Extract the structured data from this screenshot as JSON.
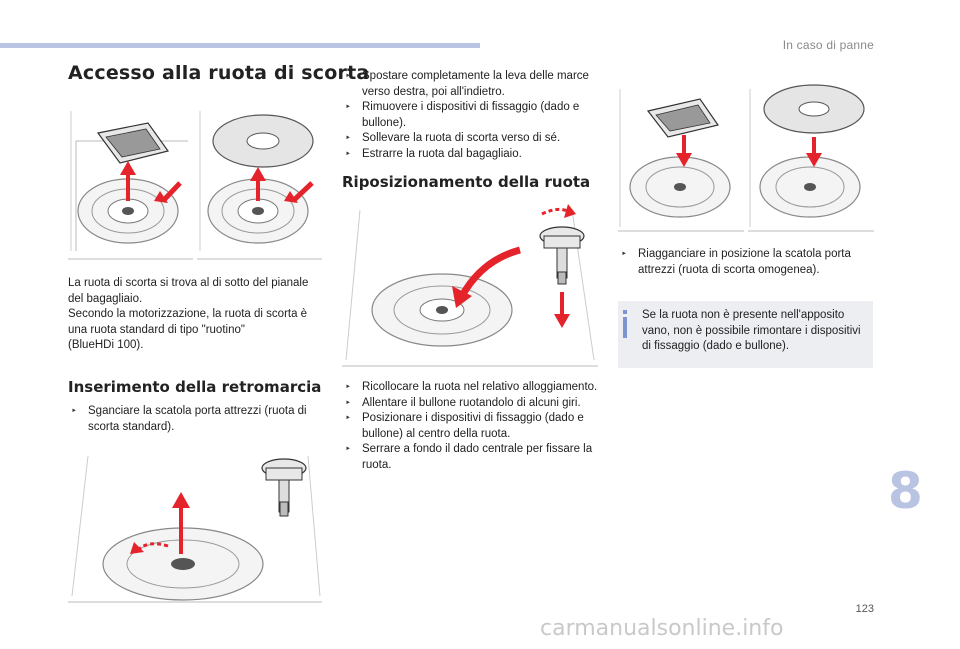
{
  "header": {
    "section_title": "In caso di panne",
    "chapter_number": "8",
    "page_number": "123"
  },
  "watermark": "carmanualsonline.info",
  "heading_main": "Accesso alla ruota di scorta",
  "intro_text": "La ruota di scorta si trova al di sotto del pianale del bagagliaio.\nSecondo la motorizzazione, la ruota di scorta è una ruota standard di tipo \"ruotino\"\n(BlueHDi 100).",
  "section_reverse": {
    "title": "Inserimento della retromarcia",
    "items": [
      "Sganciare la scatola porta attrezzi (ruota di scorta standard)."
    ]
  },
  "steps_removal": [
    "Spostare completamente la leva delle marce verso destra, poi all'indietro.",
    "Rimuovere i dispositivi di fissaggio (dado e bullone).",
    "Sollevare la ruota di scorta verso di sé.",
    "Estrarre la ruota dal bagagliaio."
  ],
  "section_repositioning": {
    "title": "Riposizionamento della ruota",
    "items": [
      "Ricollocare la ruota nel relativo alloggiamento.",
      "Allentare il bullone ruotandolo di alcuni giri.",
      "Posizionare i dispositivi di fissaggio (dado e bullone) al centro della ruota.",
      "Serrare a fondo il dado centrale per fissare la ruota."
    ]
  },
  "right_column": {
    "items": [
      "Riagganciare in posizione la scatola porta attrezzi (ruota di scorta omogenea)."
    ],
    "info_note": "Se la ruota non è presente nell'apposito vano, non è possibile rimontare i dispositivi di fissaggio (dado e bullone)."
  },
  "bullet_marker": "‣",
  "colors": {
    "accent": "#b9c3e2",
    "arrow_red": "#e4232b",
    "info_bg": "#eceef2",
    "info_icon": "#7f93d1"
  }
}
